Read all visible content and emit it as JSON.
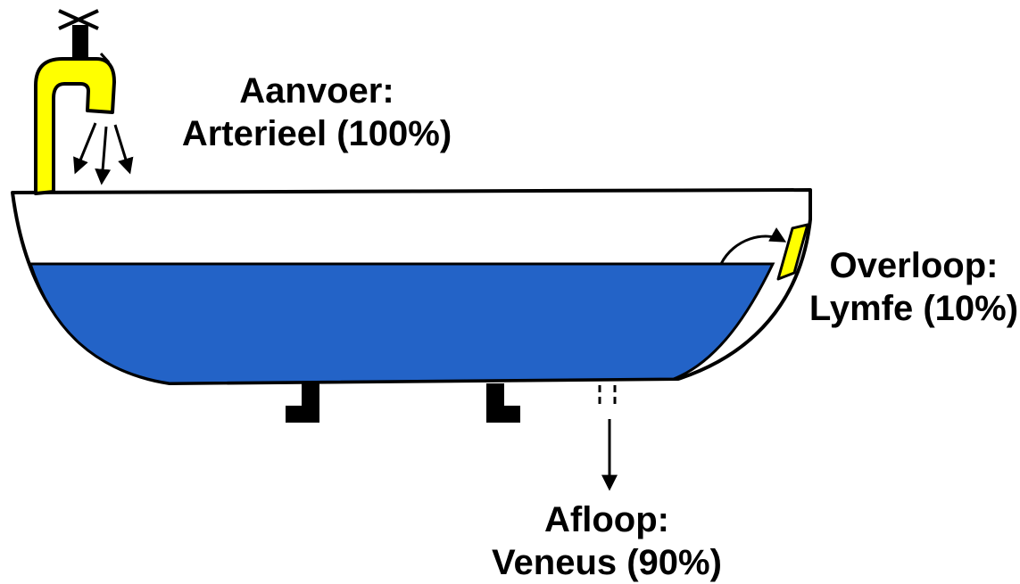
{
  "colors": {
    "water": "#2363c7",
    "tap": "#ffff00",
    "outline": "#000000",
    "tub": "#ffffff"
  },
  "icons": {
    "tap": "faucet-icon",
    "tap_handle": "cross-handle-icon",
    "overflow": "overflow-outlet-icon",
    "feet": "tub-foot-icon"
  },
  "labels": {
    "inflow": {
      "title": "Aanvoer:",
      "detail": "Arterieel (100%)"
    },
    "overflow": {
      "title": "Overloop:",
      "detail": "Lymfe (10%)"
    },
    "drain": {
      "title": "Afloop:",
      "detail": "Veneus (90%)"
    }
  }
}
